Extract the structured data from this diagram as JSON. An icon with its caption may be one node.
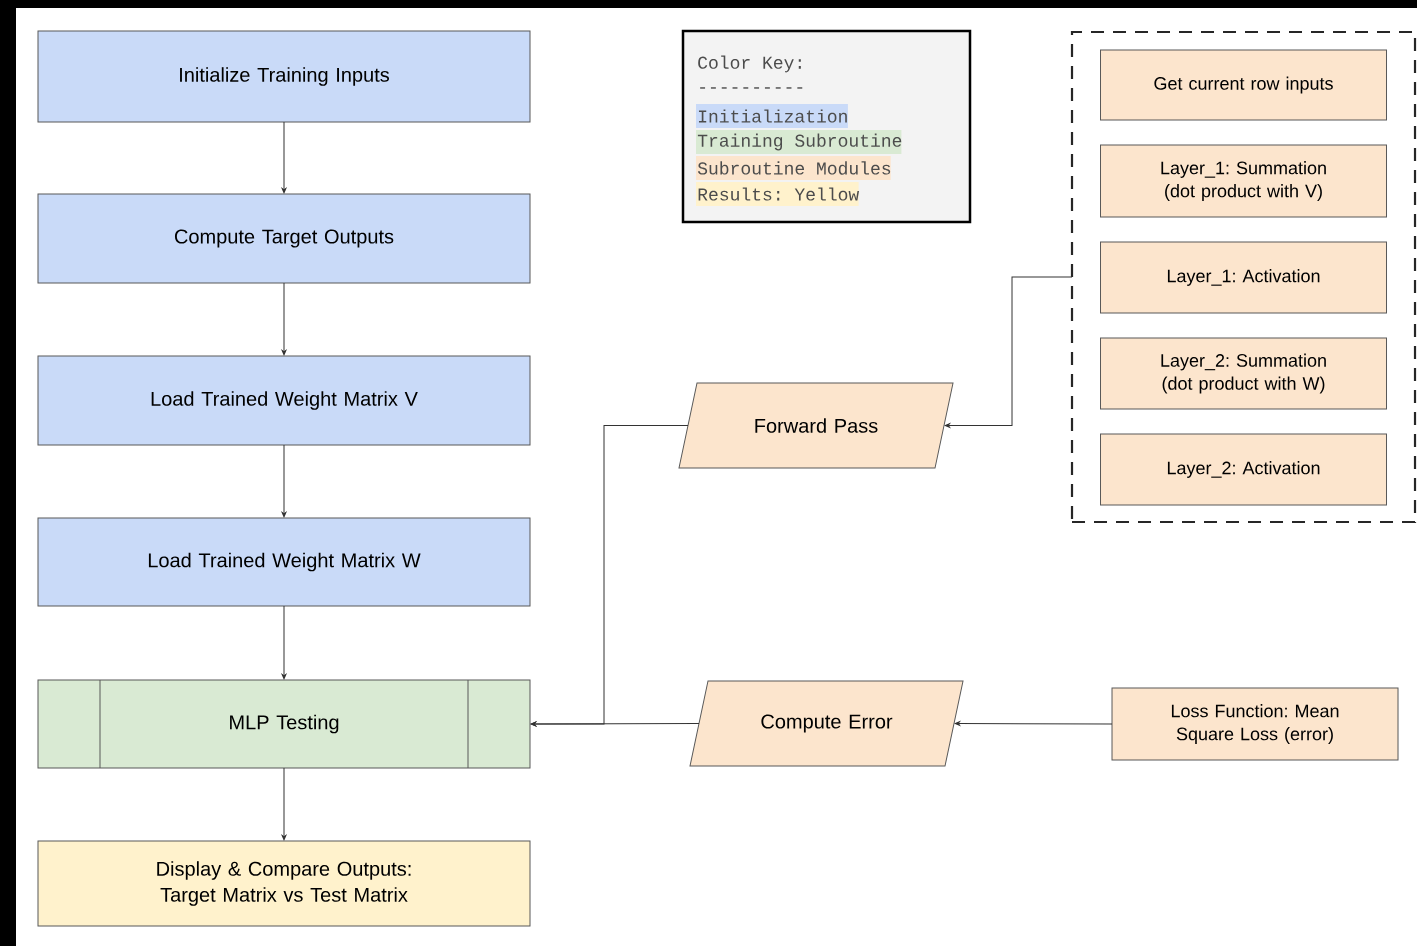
{
  "diagram": {
    "nodes": [
      {
        "text": [
          "Initialize Training Inputs"
        ]
      },
      {
        "text": [
          "Compute Target Outputs"
        ]
      },
      {
        "text": [
          "Load Trained Weight Matrix V"
        ]
      },
      {
        "text": [
          "Load Trained Weight Matrix W"
        ]
      },
      {
        "text": [
          "MLP Testing"
        ]
      },
      {
        "text": [
          "Display & Compare Outputs: Target Matrix vs Test Matrix"
        ]
      },
      {
        "text": [],
        "shape": "box"
      },
      {
        "text": [
          "Get current row inputs"
        ],
        "in": 6
      },
      {
        "text": [
          "Layer_1: Summation (dot product with V)"
        ],
        "in": 6
      },
      {
        "text": [
          "Layer_1: Activation"
        ],
        "in": 6
      },
      {
        "text": [
          "Layer_2: Summation (dot product with W)"
        ],
        "in": 6
      },
      {
        "text": [
          "Layer_2: Activation"
        ],
        "in": 6
      },
      {
        "text": [
          "Forward Pass"
        ]
      },
      {
        "text": [
          "Compute Error"
        ]
      },
      {
        "text": [
          "Loss Function: Mean Square Loss (error)"
        ]
      }
    ],
    "edges": [
      {
        "from": 0,
        "to": 1,
        "arrow": "to"
      },
      {
        "from": 1,
        "to": 2,
        "arrow": "to"
      },
      {
        "from": 2,
        "to": 3,
        "arrow": "to"
      },
      {
        "from": 3,
        "to": 4,
        "arrow": "to"
      },
      {
        "from": 4,
        "to": 5,
        "arrow": "to"
      },
      {
        "from": 6,
        "to": 12,
        "arrow": "to"
      },
      {
        "from": 12,
        "to": 4,
        "arrow": "to"
      },
      {
        "from": 13,
        "to": 4,
        "arrow": "to"
      },
      {
        "from": 14,
        "to": 13,
        "arrow": "to"
      }
    ],
    "labels": [
      "Color Key:",
      "----------"
    ],
    "legend": [
      {
        "text": "Initialization",
        "color": "#c9daf8"
      },
      {
        "text": "Training Subroutine",
        "color": "#d9ead3"
      },
      {
        "text": "Subroutine Modules",
        "color": "#fce5cd"
      },
      {
        "text": "Results: Yellow",
        "color": "#fff2cc"
      }
    ]
  }
}
